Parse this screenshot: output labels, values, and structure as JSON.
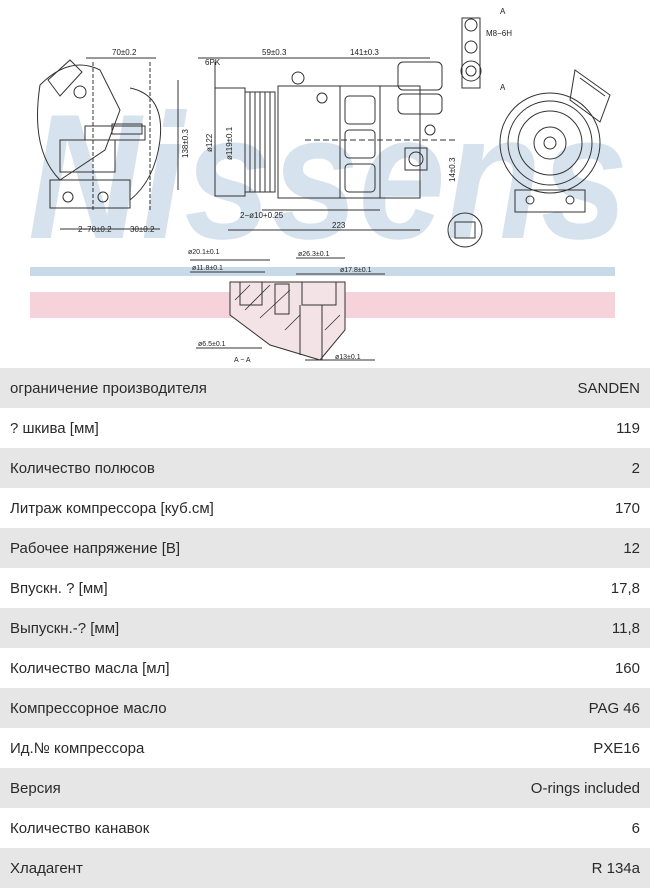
{
  "drawing": {
    "watermark": "Nissens",
    "dims": {
      "d70": "70±0.2",
      "d59": "59±0.3",
      "d141": "141±0.3",
      "pk": "6PK",
      "d138": "138±0.3",
      "d122": "ø122",
      "d119": "ø119±0.1",
      "d14": "14±0.3",
      "d2x70": "2−70±0.2",
      "d30": "30±0.2",
      "d2x10": "2−ø10+0.25",
      "d223": "223",
      "m8": "M8−6H",
      "sec_a": "A",
      "d20": "ø20.1±0.1",
      "d118": "ø11.8±0.1",
      "d263": "ø26.3±0.1",
      "d178": "ø17.8±0.1",
      "d65": "ø6.5±0.1",
      "d13": "ø13±0.1",
      "section": "A − A"
    }
  },
  "specs": [
    {
      "label": "ограничение производителя",
      "value": "SANDEN"
    },
    {
      "label": "? шкива [мм]",
      "value": "119"
    },
    {
      "label": "Количество полюсов",
      "value": "2"
    },
    {
      "label": "Литраж компрессора [куб.см]",
      "value": "170"
    },
    {
      "label": "Рабочее напряжение [В]",
      "value": "12"
    },
    {
      "label": "Впускн. ? [мм]",
      "value": "17,8"
    },
    {
      "label": "Выпускн.-? [мм]",
      "value": "11,8"
    },
    {
      "label": "Количество масла [мл]",
      "value": "160"
    },
    {
      "label": "Компрессорное масло",
      "value": "PAG 46"
    },
    {
      "label": "Ид.№ компрессора",
      "value": "PXE16"
    },
    {
      "label": "Версия",
      "value": "O-rings included"
    },
    {
      "label": "Количество канавок",
      "value": "6"
    },
    {
      "label": "Хладагент",
      "value": "R 134a"
    }
  ]
}
